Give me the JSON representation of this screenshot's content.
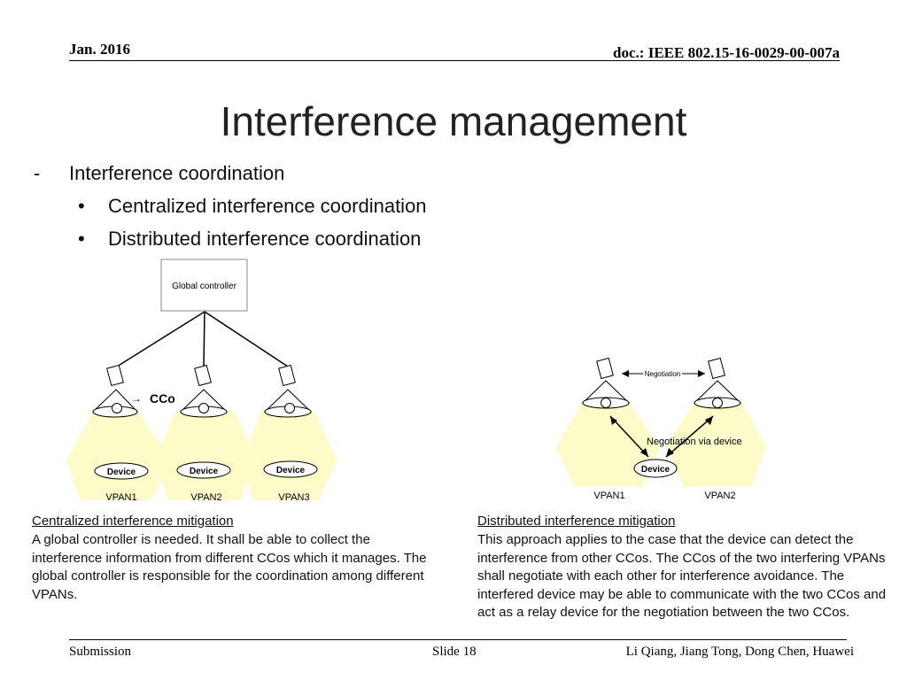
{
  "header": {
    "date": "Jan. 2016",
    "doc": "doc.: IEEE 802.15-16-0029-00-007a"
  },
  "title": "Interference management",
  "bullets": {
    "dash": "-",
    "level1": "Interference coordination",
    "bullet_char": "•",
    "level2": [
      "Centralized interference coordination",
      "Distributed interference coordination"
    ]
  },
  "left_diagram": {
    "controller": "Global controller",
    "cco_label": "CCo",
    "devices": [
      "Device",
      "Device",
      "Device"
    ],
    "vpans": [
      "VPAN1",
      "VPAN2",
      "VPAN3"
    ]
  },
  "right_diagram": {
    "negotiation": "Negotiation",
    "negotiation_via_device": "Negotiation via device",
    "device": "Device",
    "vpans": [
      "VPAN1",
      "VPAN2"
    ]
  },
  "left_caption": {
    "title": "Centralized interference mitigation",
    "text": "A  global controller is needed. It shall be able to collect the interference information from different CCos which it manages. The global controller is responsible for the coordination among different VPANs."
  },
  "right_caption": {
    "title": "Distributed interference mitigation",
    "text": "This approach applies to the case that the device can detect the interference from other CCos. The CCos of the two interfering VPANs shall negotiate with each other for interference avoidance. The interfered device may be able to communicate with the two CCos and act as a relay device for the negotiation between the two CCos."
  },
  "footer": {
    "submission": "Submission",
    "slide": "Slide 18",
    "authors": "Li Qiang, Jiang Tong, Dong Chen, Huawei"
  },
  "colors": {
    "beam": "#fdfbc8",
    "rule": "#000000"
  }
}
